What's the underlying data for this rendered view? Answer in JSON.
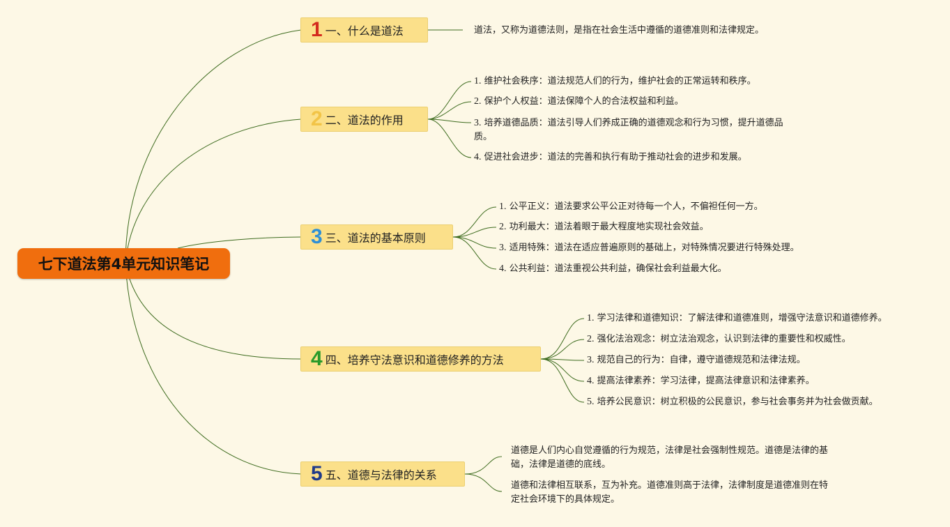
{
  "root": {
    "title": "七下道法第4单元知识笔记"
  },
  "branches": [
    {
      "number": "1",
      "number_color": "#d42b1e",
      "title": "一、什么是道法",
      "items": [
        {
          "text": "道法，又称为道德法则，是指在社会生活中遵循的道德准则和法律规定。"
        }
      ]
    },
    {
      "number": "2",
      "number_color": "#f2c447",
      "title": "二、道法的作用",
      "items": [
        {
          "index": "1.",
          "text": "维护社会秩序：道法规范人们的行为，维护社会的正常运转和秩序。"
        },
        {
          "index": "2.",
          "text": "保护个人权益：道法保障个人的合法权益和利益。"
        },
        {
          "index": "3.",
          "text": "培养道德品质：道法引导人们养成正确的道德观念和行为习惯，提升道德品",
          "text2": "质。"
        },
        {
          "index": "4.",
          "text": "促进社会进步：道法的完善和执行有助于推动社会的进步和发展。"
        }
      ]
    },
    {
      "number": "3",
      "number_color": "#2e8fd6",
      "title": "三、道法的基本原则",
      "items": [
        {
          "index": "1.",
          "text": "公平正义：道法要求公平公正对待每一个人，不偏袒任何一方。"
        },
        {
          "index": "2.",
          "text": "功利最大：道法着眼于最大程度地实现社会效益。"
        },
        {
          "index": "3.",
          "text": "适用特殊：道法在适应普遍原则的基础上，对特殊情况要进行特殊处理。"
        },
        {
          "index": "4.",
          "text": "公共利益：道法重视公共利益，确保社会利益最大化。"
        }
      ]
    },
    {
      "number": "4",
      "number_color": "#2a9a2a",
      "title": "四、培养守法意识和道德修养的方法",
      "items": [
        {
          "index": "1.",
          "text": "学习法律和道德知识：了解法律和道德准则，增强守法意识和道德修养。"
        },
        {
          "index": "2.",
          "text": "强化法治观念：树立法治观念，认识到法律的重要性和权威性。"
        },
        {
          "index": "3.",
          "text": "规范自己的行为：自律，遵守道德规范和法律法规。"
        },
        {
          "index": "4.",
          "text": "提高法律素养：学习法律，提高法律意识和法律素养。"
        },
        {
          "index": "5.",
          "text": "培养公民意识：树立积极的公民意识，参与社会事务并为社会做贡献。"
        }
      ]
    },
    {
      "number": "5",
      "number_color": "#1f3a8a",
      "title": "五、道德与法律的关系",
      "items": [
        {
          "text": "道德是人们内心自觉遵循的行为规范，法律是社会强制性规范。道德是法律的基",
          "text2": "础，法律是道德的底线。"
        },
        {
          "text": "道德和法律相互联系，互为补充。道德准则高于法律，法律制度是道德准则在特",
          "text2": "定社会环境下的具体规定。"
        }
      ]
    }
  ],
  "colors": {
    "line": "#3d6b1e",
    "root_bg": "#f06e0e",
    "branch_bg": "#fbe08a",
    "background": "#fdf8e6"
  }
}
